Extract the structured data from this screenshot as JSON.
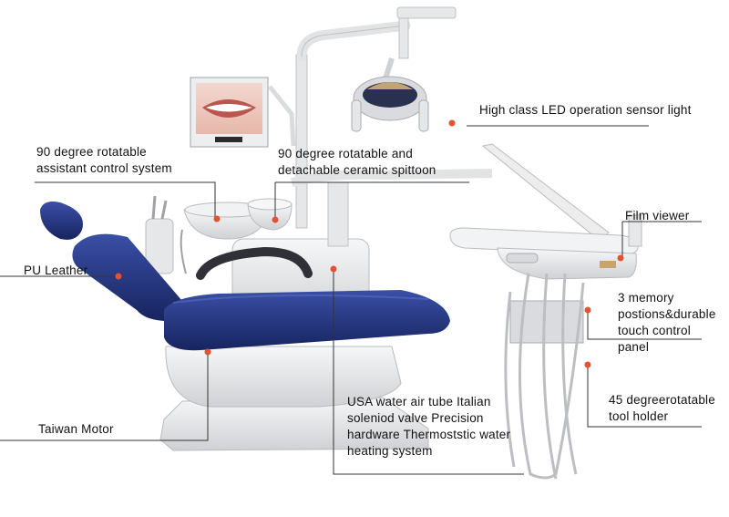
{
  "colors": {
    "leather": "#1f2f7a",
    "leather_light": "#3a4fa6",
    "shell": "#e9eaec",
    "shell_shadow": "#c9cbce",
    "marker": "#e4532f",
    "leader": "#333333"
  },
  "labels": {
    "led_light": "High class LED operation sensor light",
    "spittoon": [
      "90 degree rotatable and",
      "detachable ceramic spittoon"
    ],
    "assistant": [
      "90 degree rotatable",
      "assistant control system"
    ],
    "film_viewer": "Film viewer",
    "pu_leather": "PU Leather",
    "memory": [
      "3 memory",
      "postions&durable",
      "touch control",
      "panel"
    ],
    "taiwan_motor": "Taiwan Motor",
    "usa_water": [
      "USA water air tube  Italian",
      "soleniod valve  Precision",
      "hardware  Thermoststic water",
      "heating system"
    ],
    "tool_holder": [
      "45 degreerotatable",
      "tool holder"
    ]
  }
}
